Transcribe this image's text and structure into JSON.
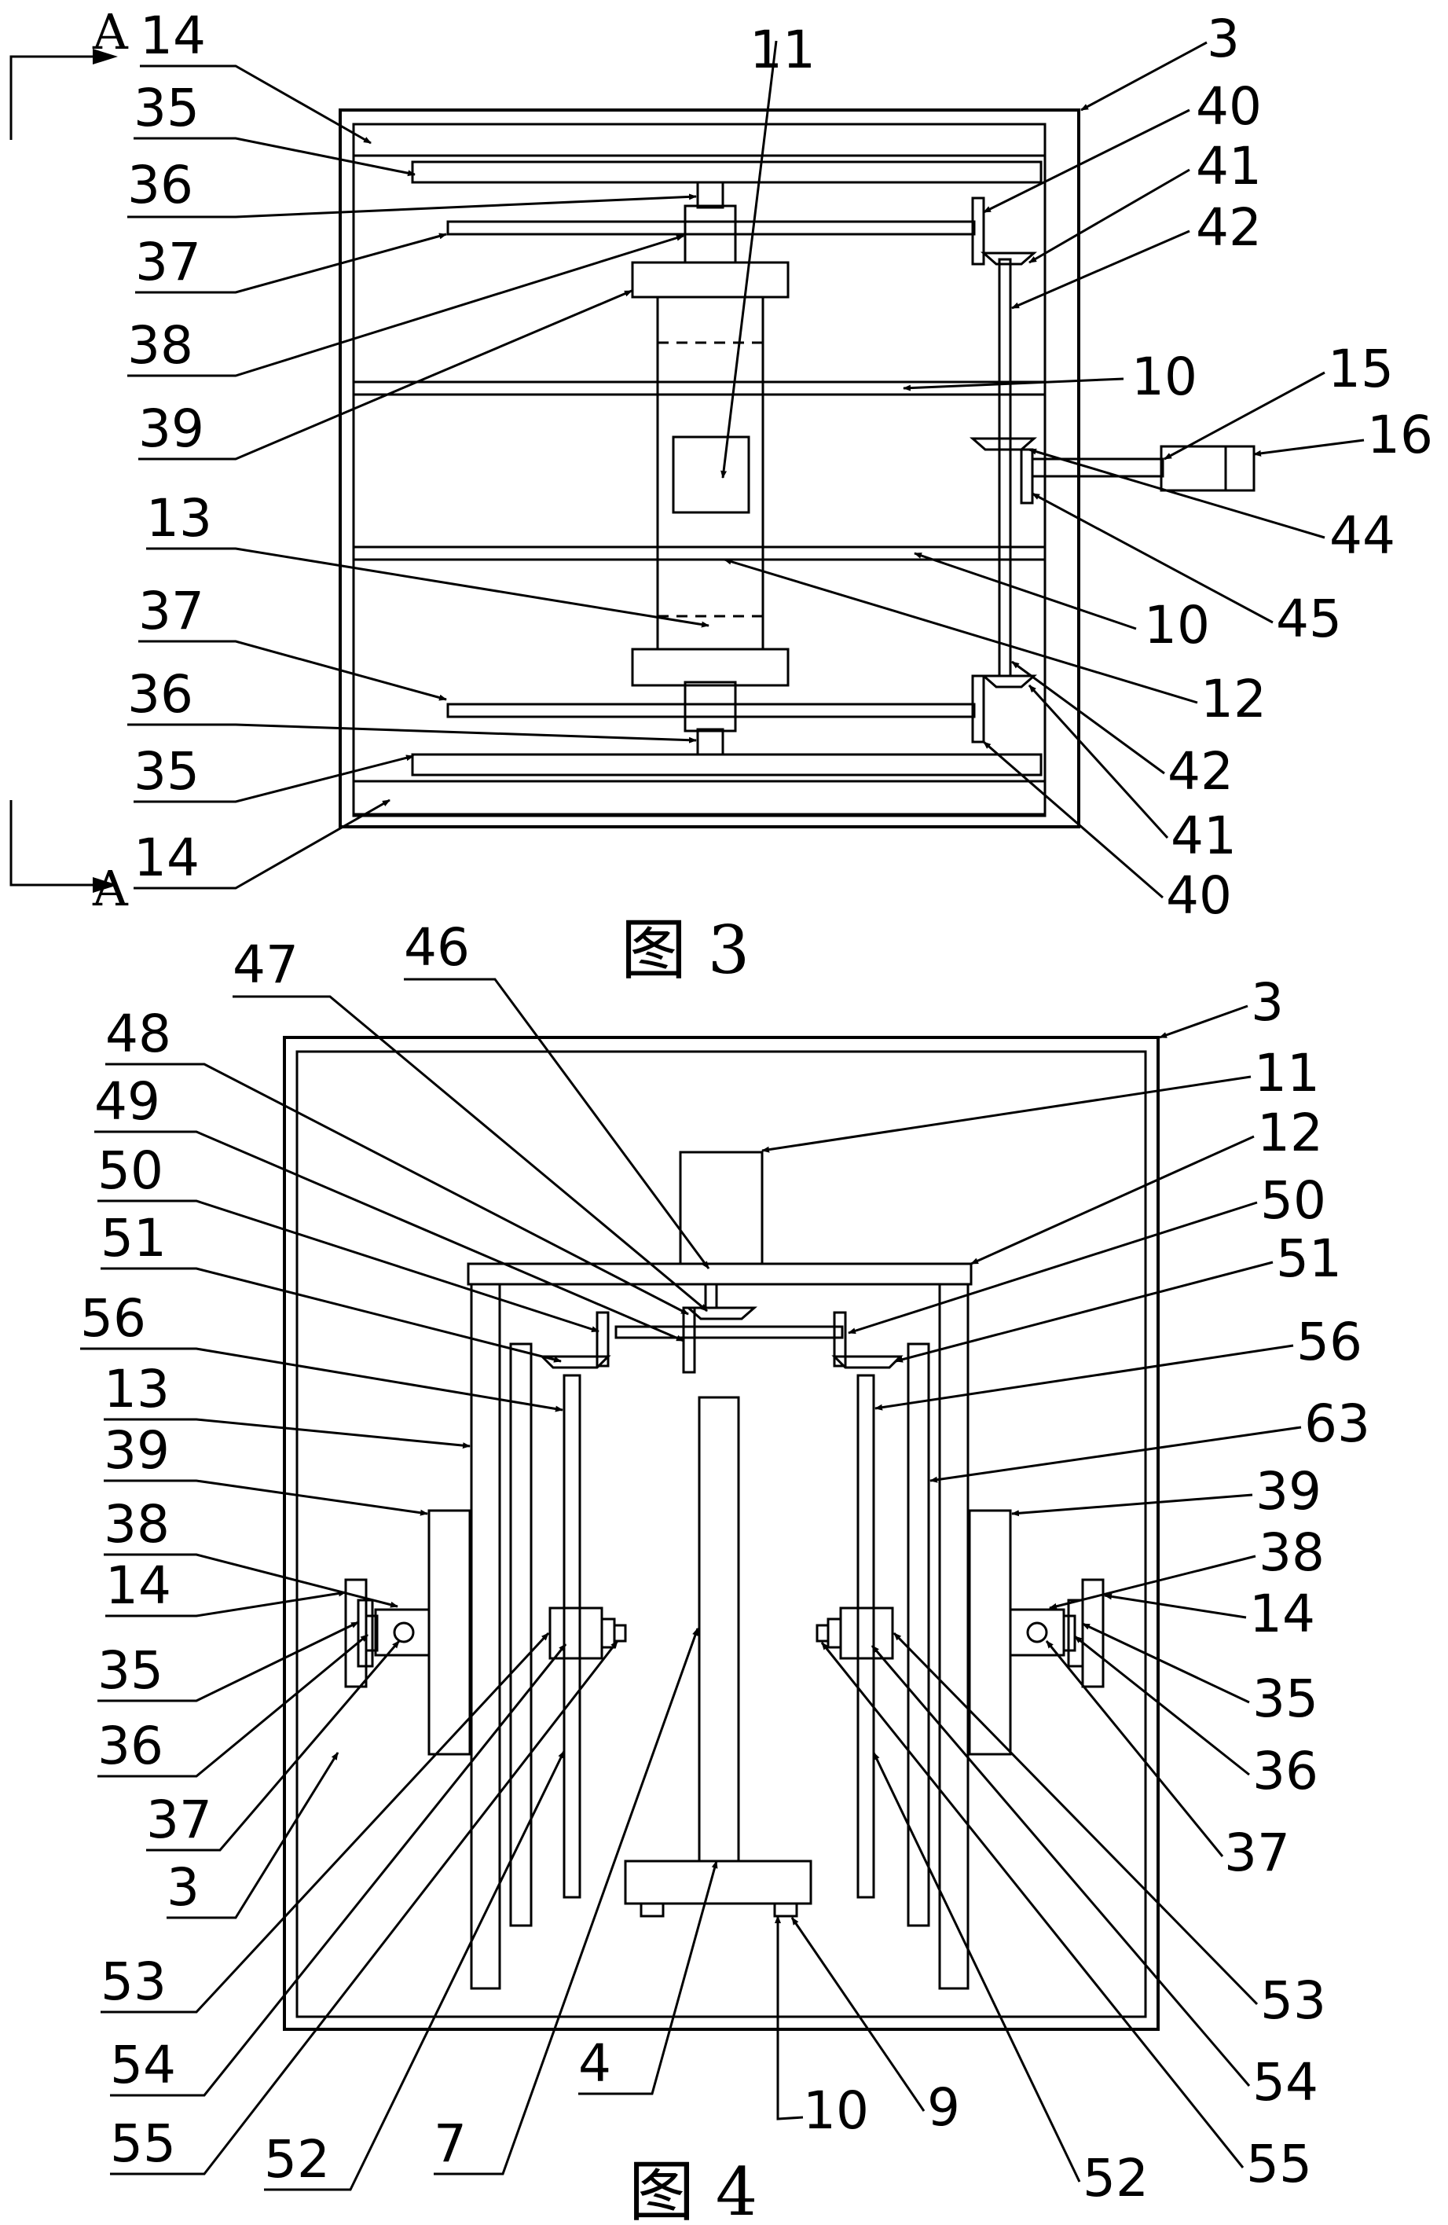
{
  "figures": {
    "fig3": {
      "caption": "图 3",
      "section_marks": [
        "A",
        "A"
      ],
      "labels_left": [
        "14",
        "35",
        "36",
        "37",
        "38",
        "39",
        "13",
        "37",
        "36",
        "35",
        "14"
      ],
      "labels_right": [
        "11",
        "3",
        "40",
        "41",
        "42",
        "10",
        "15",
        "16",
        "44",
        "10",
        "45",
        "12",
        "42",
        "41",
        "40"
      ]
    },
    "fig4": {
      "caption": "图 4",
      "labels_top": [
        "47",
        "46",
        "3",
        "11",
        "12"
      ],
      "labels_left": [
        "48",
        "49",
        "50",
        "51",
        "56",
        "13",
        "39",
        "38",
        "14",
        "35",
        "36",
        "37",
        "3",
        "53",
        "54",
        "55",
        "52",
        "7",
        "4",
        "10"
      ],
      "labels_right": [
        "50",
        "51",
        "56",
        "63",
        "39",
        "38",
        "14",
        "35",
        "36",
        "37",
        "53",
        "54",
        "55",
        "52",
        "9"
      ]
    }
  }
}
